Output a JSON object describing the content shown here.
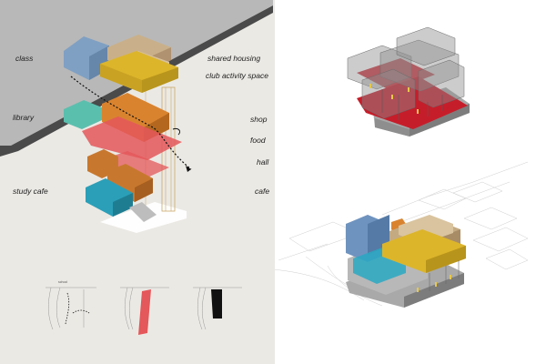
{
  "labels": {
    "class": "class",
    "library": "library",
    "study_cafe": "study cafe",
    "shared_housing": "shared housing",
    "club_activity_space": "club activity space",
    "shop": "shop",
    "food": "food",
    "hall": "hall",
    "cafe": "cafe"
  },
  "mini_plan_label": "school",
  "colors": {
    "panel_bg": "#ebe9e4",
    "site_grey": "#b9b9b9",
    "class_blue": "#7fa0c3",
    "housing_tan": "#c9b08a",
    "club_yellow": "#dcb52b",
    "library_teal": "#5bbfae",
    "shop_orange": "#d9832f",
    "food_red": "#e4575a",
    "cafe_blue": "#2b9fb8",
    "study_orange": "#c8782e",
    "model_red": "#c61d2a",
    "model_grey": "#9b9b9b"
  }
}
